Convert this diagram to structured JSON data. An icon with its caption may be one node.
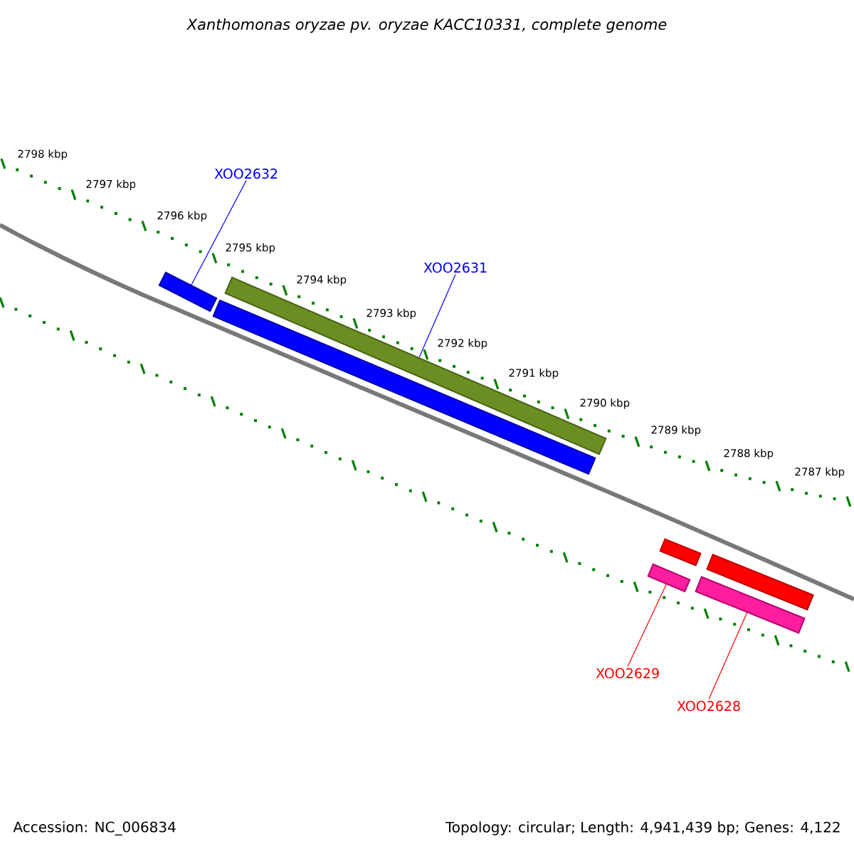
{
  "diagram": {
    "title": "Xanthomonas oryzae pv. oryzae KACC10331, complete genome",
    "nodes": [
      {
        "text": [
          "XOO2632"
        ]
      },
      {
        "text": [
          "XOO2631"
        ]
      },
      {
        "text": [
          "XOO2629"
        ]
      },
      {
        "text": [
          "XOO2628"
        ]
      },
      {
        "text": [],
        "shape": "bar"
      },
      {
        "text": [],
        "shape": "bar"
      },
      {
        "text": [],
        "shape": "bar"
      },
      {
        "text": [],
        "shape": "bar"
      },
      {
        "text": [],
        "shape": "bar"
      },
      {
        "text": [],
        "shape": "bar"
      },
      {
        "text": [],
        "shape": "bar"
      }
    ],
    "edges": [
      {
        "from": 0,
        "to": 4,
        "arrow": "none",
        "color": "#0000ff"
      },
      {
        "from": 1,
        "to": 5,
        "arrow": "none",
        "color": "#0000ff"
      },
      {
        "from": 2,
        "to": 8,
        "arrow": "none",
        "color": "#ff0000"
      },
      {
        "from": 3,
        "to": 10,
        "arrow": "none",
        "color": "#ff0000"
      }
    ],
    "labels": [
      "2798 kbp",
      "2797 kbp",
      "2796 kbp",
      "2795 kbp",
      "2794 kbp",
      "2793 kbp",
      "2792 kbp",
      "2791 kbp",
      "2790 kbp",
      "2789 kbp",
      "2788 kbp",
      "2787 kbp",
      "Accession: NC_006834",
      "Topology: circular; Length: 4,941,439 bp; Genes: 4,122"
    ]
  }
}
